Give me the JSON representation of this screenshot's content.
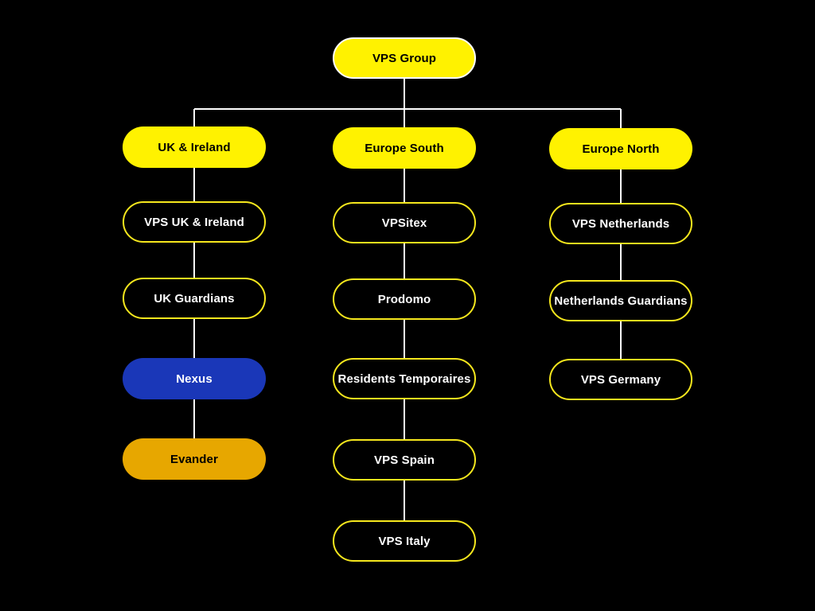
{
  "colors": {
    "background": "#000000",
    "connector": "#ffffff",
    "highlight_yellow": "#fff200",
    "outline_yellow": "#f5e71d",
    "blue": "#1a37b8",
    "amber": "#e7a700"
  },
  "root": {
    "label": "VPS Group",
    "style": "root",
    "fill": "#fff200",
    "text_color": "#000000"
  },
  "regions": [
    {
      "label": "UK & Ireland",
      "style": "filled",
      "fill": "#fff200",
      "text_color": "#000000",
      "children": [
        {
          "label": "VPS UK & Ireland",
          "style": "outline"
        },
        {
          "label": "UK Guardians",
          "style": "outline"
        },
        {
          "label": "Nexus",
          "style": "filled",
          "fill": "#1a37b8",
          "text_color": "#ffffff"
        },
        {
          "label": "Evander",
          "style": "filled",
          "fill": "#e7a700",
          "text_color": "#000000"
        }
      ]
    },
    {
      "label": "Europe South",
      "style": "filled",
      "fill": "#fff200",
      "text_color": "#000000",
      "children": [
        {
          "label": "VPSitex",
          "style": "outline"
        },
        {
          "label": "Prodomo",
          "style": "outline"
        },
        {
          "label": "Residents Temporaires",
          "style": "outline"
        },
        {
          "label": "VPS Spain",
          "style": "outline"
        },
        {
          "label": "VPS Italy",
          "style": "outline"
        }
      ]
    },
    {
      "label": "Europe North",
      "style": "filled",
      "fill": "#fff200",
      "text_color": "#000000",
      "children": [
        {
          "label": "VPS Netherlands",
          "style": "outline"
        },
        {
          "label": "Netherlands Guardians",
          "style": "outline"
        },
        {
          "label": "VPS Germany",
          "style": "outline"
        }
      ]
    }
  ]
}
